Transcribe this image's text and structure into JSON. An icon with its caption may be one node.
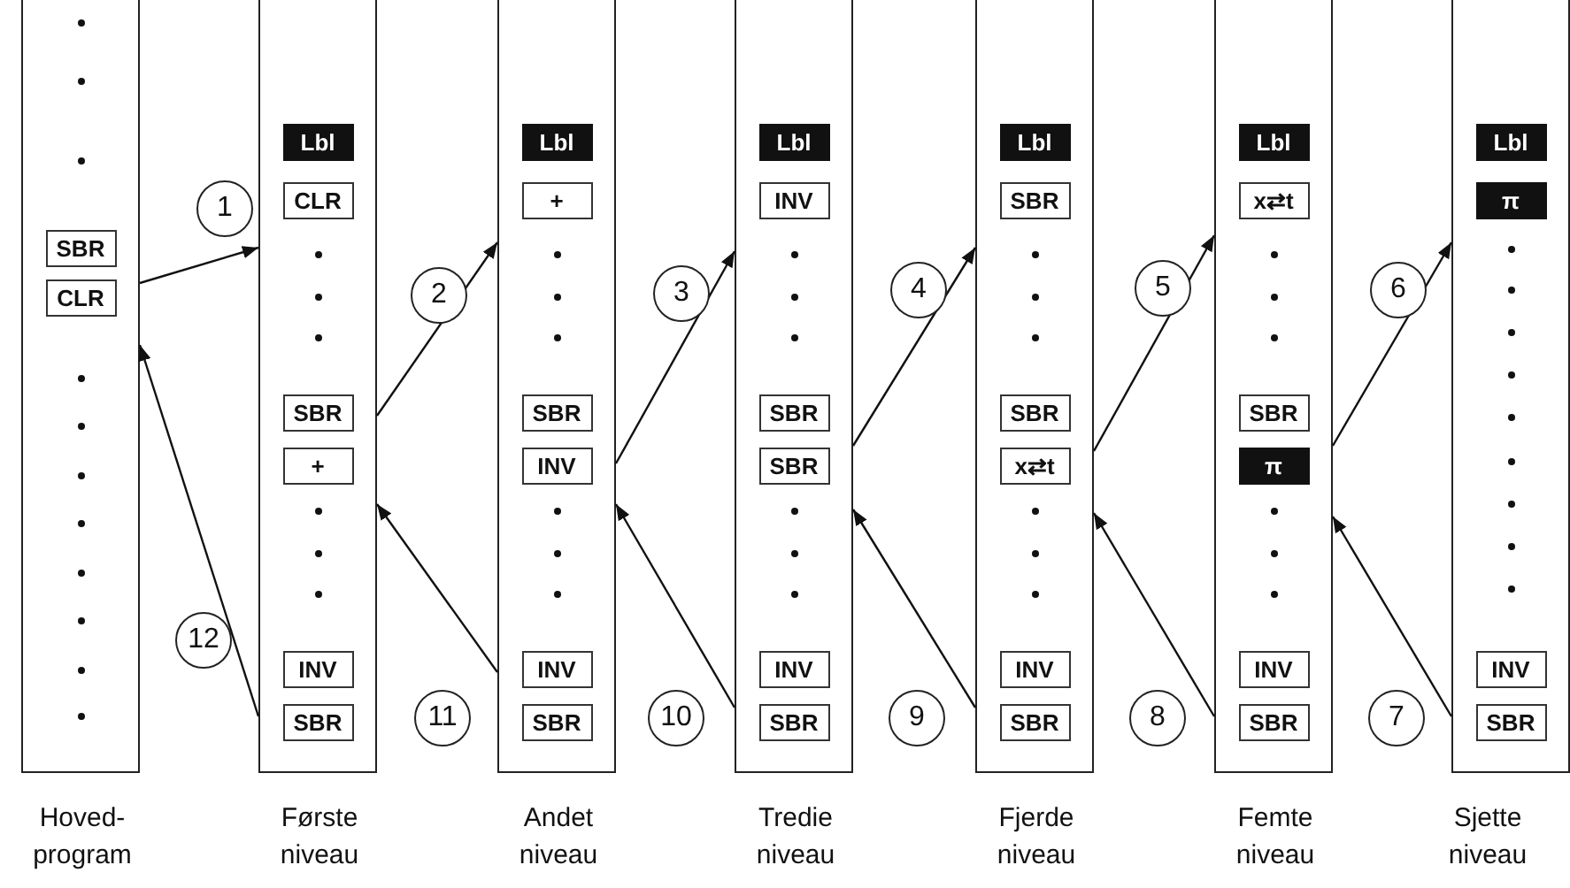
{
  "diagram": {
    "nodes": [
      {
        "text": [
          "Hoved- program"
        ]
      },
      {
        "text": [
          "SBR"
        ],
        "in": 0
      },
      {
        "text": [
          "CLR"
        ],
        "in": 0
      },
      {
        "text": [
          "Første niveau"
        ]
      },
      {
        "text": [
          "Lbl"
        ],
        "in": 3
      },
      {
        "text": [
          "CLR"
        ],
        "in": 3
      },
      {
        "text": [
          "SBR"
        ],
        "in": 3
      },
      {
        "text": [
          "+"
        ],
        "in": 3
      },
      {
        "text": [
          "INV"
        ],
        "in": 3
      },
      {
        "text": [
          "SBR"
        ],
        "in": 3
      },
      {
        "text": [
          "Andet niveau"
        ]
      },
      {
        "text": [
          "Lbl"
        ],
        "in": 10
      },
      {
        "text": [
          "+"
        ],
        "in": 10
      },
      {
        "text": [
          "SBR"
        ],
        "in": 10
      },
      {
        "text": [
          "INV"
        ],
        "in": 10
      },
      {
        "text": [
          "INV"
        ],
        "in": 10
      },
      {
        "text": [
          "SBR"
        ],
        "in": 10
      },
      {
        "text": [
          "Tredie niveau"
        ]
      },
      {
        "text": [
          "Lbl"
        ],
        "in": 17
      },
      {
        "text": [
          "INV"
        ],
        "in": 17
      },
      {
        "text": [
          "SBR"
        ],
        "in": 17
      },
      {
        "text": [
          "SBR"
        ],
        "in": 17
      },
      {
        "text": [
          "INV"
        ],
        "in": 17
      },
      {
        "text": [
          "SBR"
        ],
        "in": 17
      },
      {
        "text": [
          "Fjerde niveau"
        ]
      },
      {
        "text": [
          "Lbl"
        ],
        "in": 24
      },
      {
        "text": [
          "SBR"
        ],
        "in": 24
      },
      {
        "text": [
          "SBR"
        ],
        "in": 24
      },
      {
        "text": [
          "x⇄t"
        ],
        "in": 24
      },
      {
        "text": [
          "INV"
        ],
        "in": 24
      },
      {
        "text": [
          "SBR"
        ],
        "in": 24
      },
      {
        "text": [
          "Femte niveau"
        ]
      },
      {
        "text": [
          "Lbl"
        ],
        "in": 31
      },
      {
        "text": [
          "x⇄t"
        ],
        "in": 31
      },
      {
        "text": [
          "SBR"
        ],
        "in": 31
      },
      {
        "text": [
          "π"
        ],
        "in": 31
      },
      {
        "text": [
          "INV"
        ],
        "in": 31
      },
      {
        "text": [
          "SBR"
        ],
        "in": 31
      },
      {
        "text": [
          "Sjette niveau"
        ]
      },
      {
        "text": [
          "Lbl"
        ],
        "in": 38
      },
      {
        "text": [
          "π"
        ],
        "in": 38
      },
      {
        "text": [
          "INV"
        ],
        "in": 38
      },
      {
        "text": [
          "SBR"
        ],
        "in": 38
      }
    ],
    "edges": [
      {
        "from": 0,
        "to": 3,
        "arrow": "to",
        "label": "1"
      },
      {
        "from": 3,
        "to": 10,
        "arrow": "to",
        "label": "2"
      },
      {
        "from": 10,
        "to": 17,
        "arrow": "to",
        "label": "3"
      },
      {
        "from": 17,
        "to": 24,
        "arrow": "to",
        "label": "4"
      },
      {
        "from": 24,
        "to": 31,
        "arrow": "to",
        "label": "5"
      },
      {
        "from": 31,
        "to": 38,
        "arrow": "to",
        "label": "6"
      },
      {
        "from": 38,
        "to": 31,
        "arrow": "to",
        "label": "7"
      },
      {
        "from": 31,
        "to": 24,
        "arrow": "to",
        "label": "8"
      },
      {
        "from": 24,
        "to": 17,
        "arrow": "to",
        "label": "9"
      },
      {
        "from": 17,
        "to": 10,
        "arrow": "to",
        "label": "10"
      },
      {
        "from": 10,
        "to": 3,
        "arrow": "to",
        "label": "11"
      },
      {
        "from": 3,
        "to": 0,
        "arrow": "to",
        "label": "12"
      }
    ]
  }
}
